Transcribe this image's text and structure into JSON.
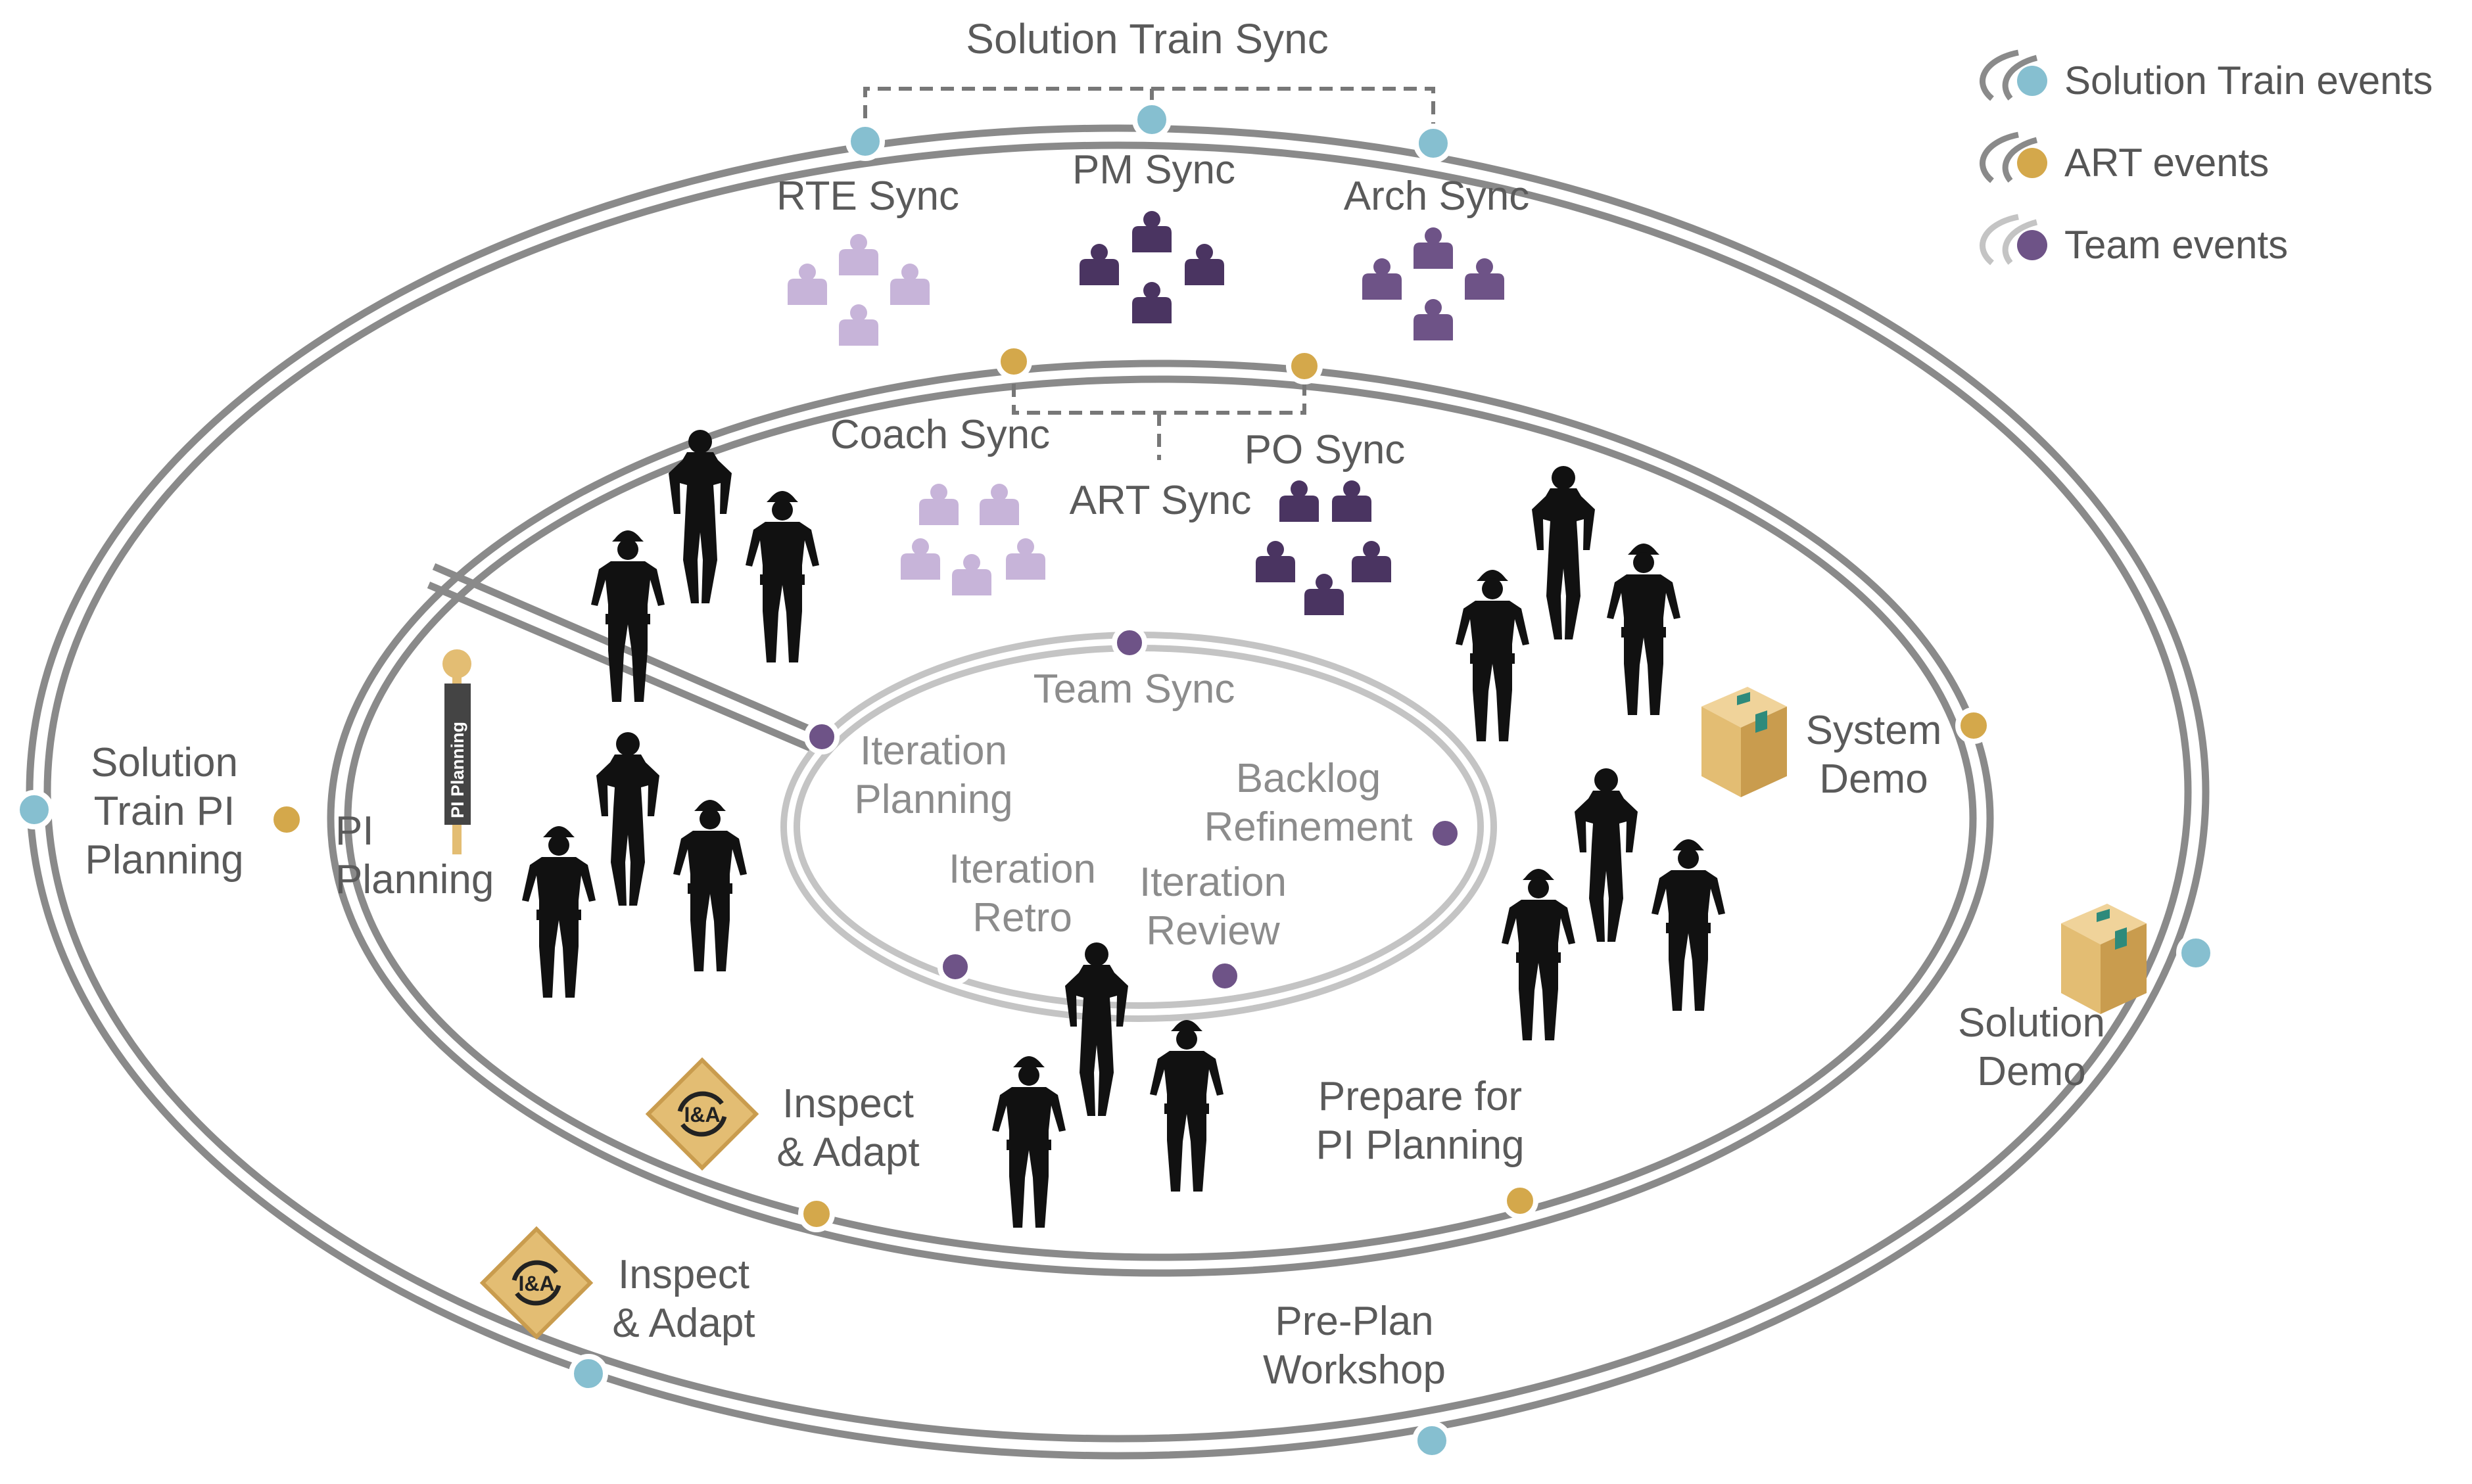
{
  "colors": {
    "solution_train": "#86bfd0",
    "art": "#d4a84b",
    "team": "#6e5387",
    "track": "#8a8a8a",
    "inner_track": "#c4c4c4",
    "silhouette": "#111111",
    "dark_people": "#4a3461",
    "mid_people": "#6e5387",
    "light_people": "#c7b4d9",
    "box": "#e3bd73"
  },
  "top_title": "Solution Train Sync",
  "legend": [
    {
      "label": "Solution Train events",
      "color_key": "solution_train"
    },
    {
      "label": "ART events",
      "color_key": "art"
    },
    {
      "label": "Team events",
      "color_key": "team"
    }
  ],
  "solution_train_events": {
    "rte_sync": "RTE Sync",
    "pm_sync": "PM Sync",
    "arch_sync": "Arch Sync",
    "pi_planning": "Solution\nTrain PI\nPlanning",
    "inspect_adapt": "Inspect\n& Adapt",
    "pre_plan": "Pre-Plan\nWorkshop",
    "solution_demo": "Solution\nDemo"
  },
  "art_events": {
    "coach_sync": "Coach Sync",
    "art_sync": "ART Sync",
    "po_sync": "PO Sync",
    "pi_planning": "PI\nPlanning",
    "inspect_adapt": "Inspect\n& Adapt",
    "prepare_pi": "Prepare for\nPI Planning",
    "system_demo": "System\nDemo"
  },
  "team_events": {
    "team_sync": "Team Sync",
    "iteration_planning": "Iteration\nPlanning",
    "backlog_refinement": "Backlog\nRefinement",
    "iteration_retro": "Iteration\nRetro",
    "iteration_review": "Iteration\nReview"
  },
  "signpost_text": "PI Planning",
  "badge_text": "I&A"
}
